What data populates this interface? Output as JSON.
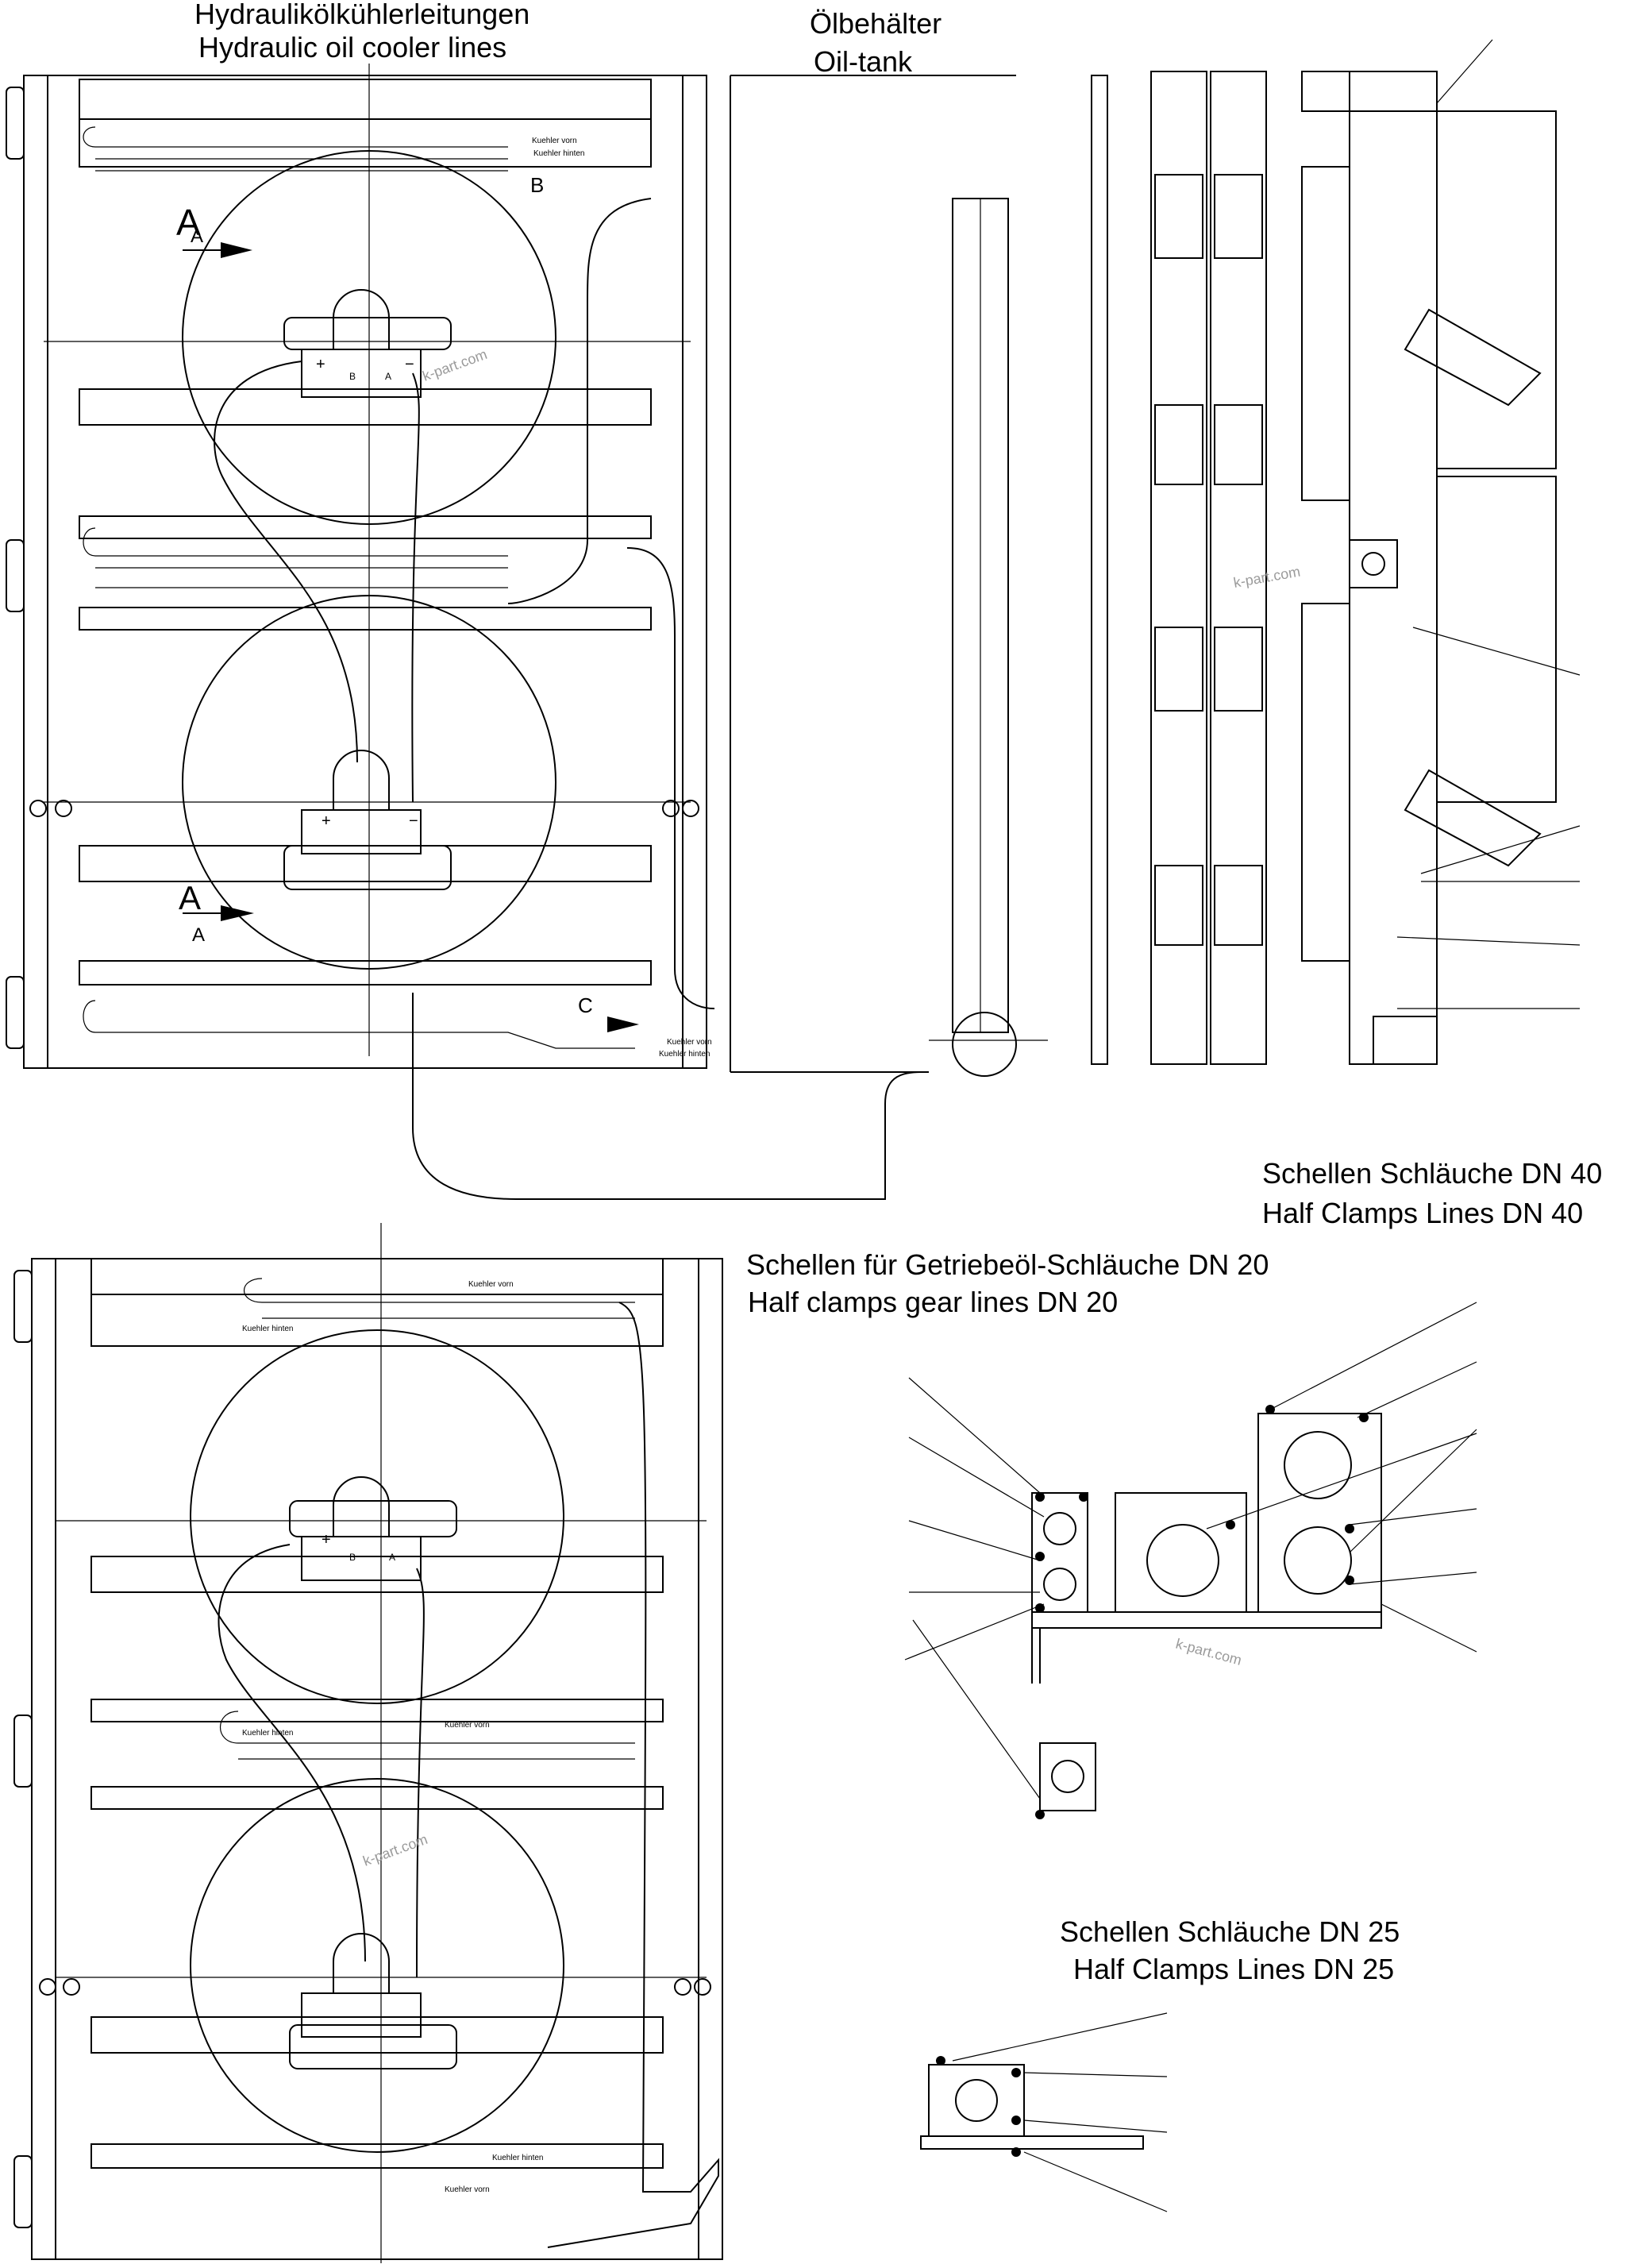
{
  "labels": {
    "hydraulic_de": "Hydraulikölkühlerleitungen",
    "hydraulic_en": "Hydraulic oil cooler lines",
    "oiltank_de": "Ölbehälter",
    "oiltank_en": "Oil-tank",
    "dn40_de": "Schellen Schläuche DN 40",
    "dn40_en": "Half Clamps Lines DN 40",
    "dn20_de": "Schellen für Getriebeöl-Schläuche DN 20",
    "dn20_en": "Half clamps gear lines DN 20",
    "dn25_de": "Schellen Schläuche DN 25",
    "dn25_en": "Half Clamps Lines DN 25"
  },
  "markers": {
    "a_top_big": "A",
    "a_top_small": "A",
    "b": "B",
    "a_bottom_big": "A",
    "a_bottom_small": "A",
    "c": "C"
  },
  "small_text": {
    "kuehler_vorn": "Kuehler vorn",
    "kuehler_hinten": "Kuehler hinten",
    "plus": "+",
    "minus": "−",
    "b": "B",
    "a": "A"
  },
  "watermark": "k-part.com",
  "icons": {
    "section_arrow": "section-arrow-icon",
    "clamp": "clamp-icon",
    "bolt": "bolt-icon"
  }
}
